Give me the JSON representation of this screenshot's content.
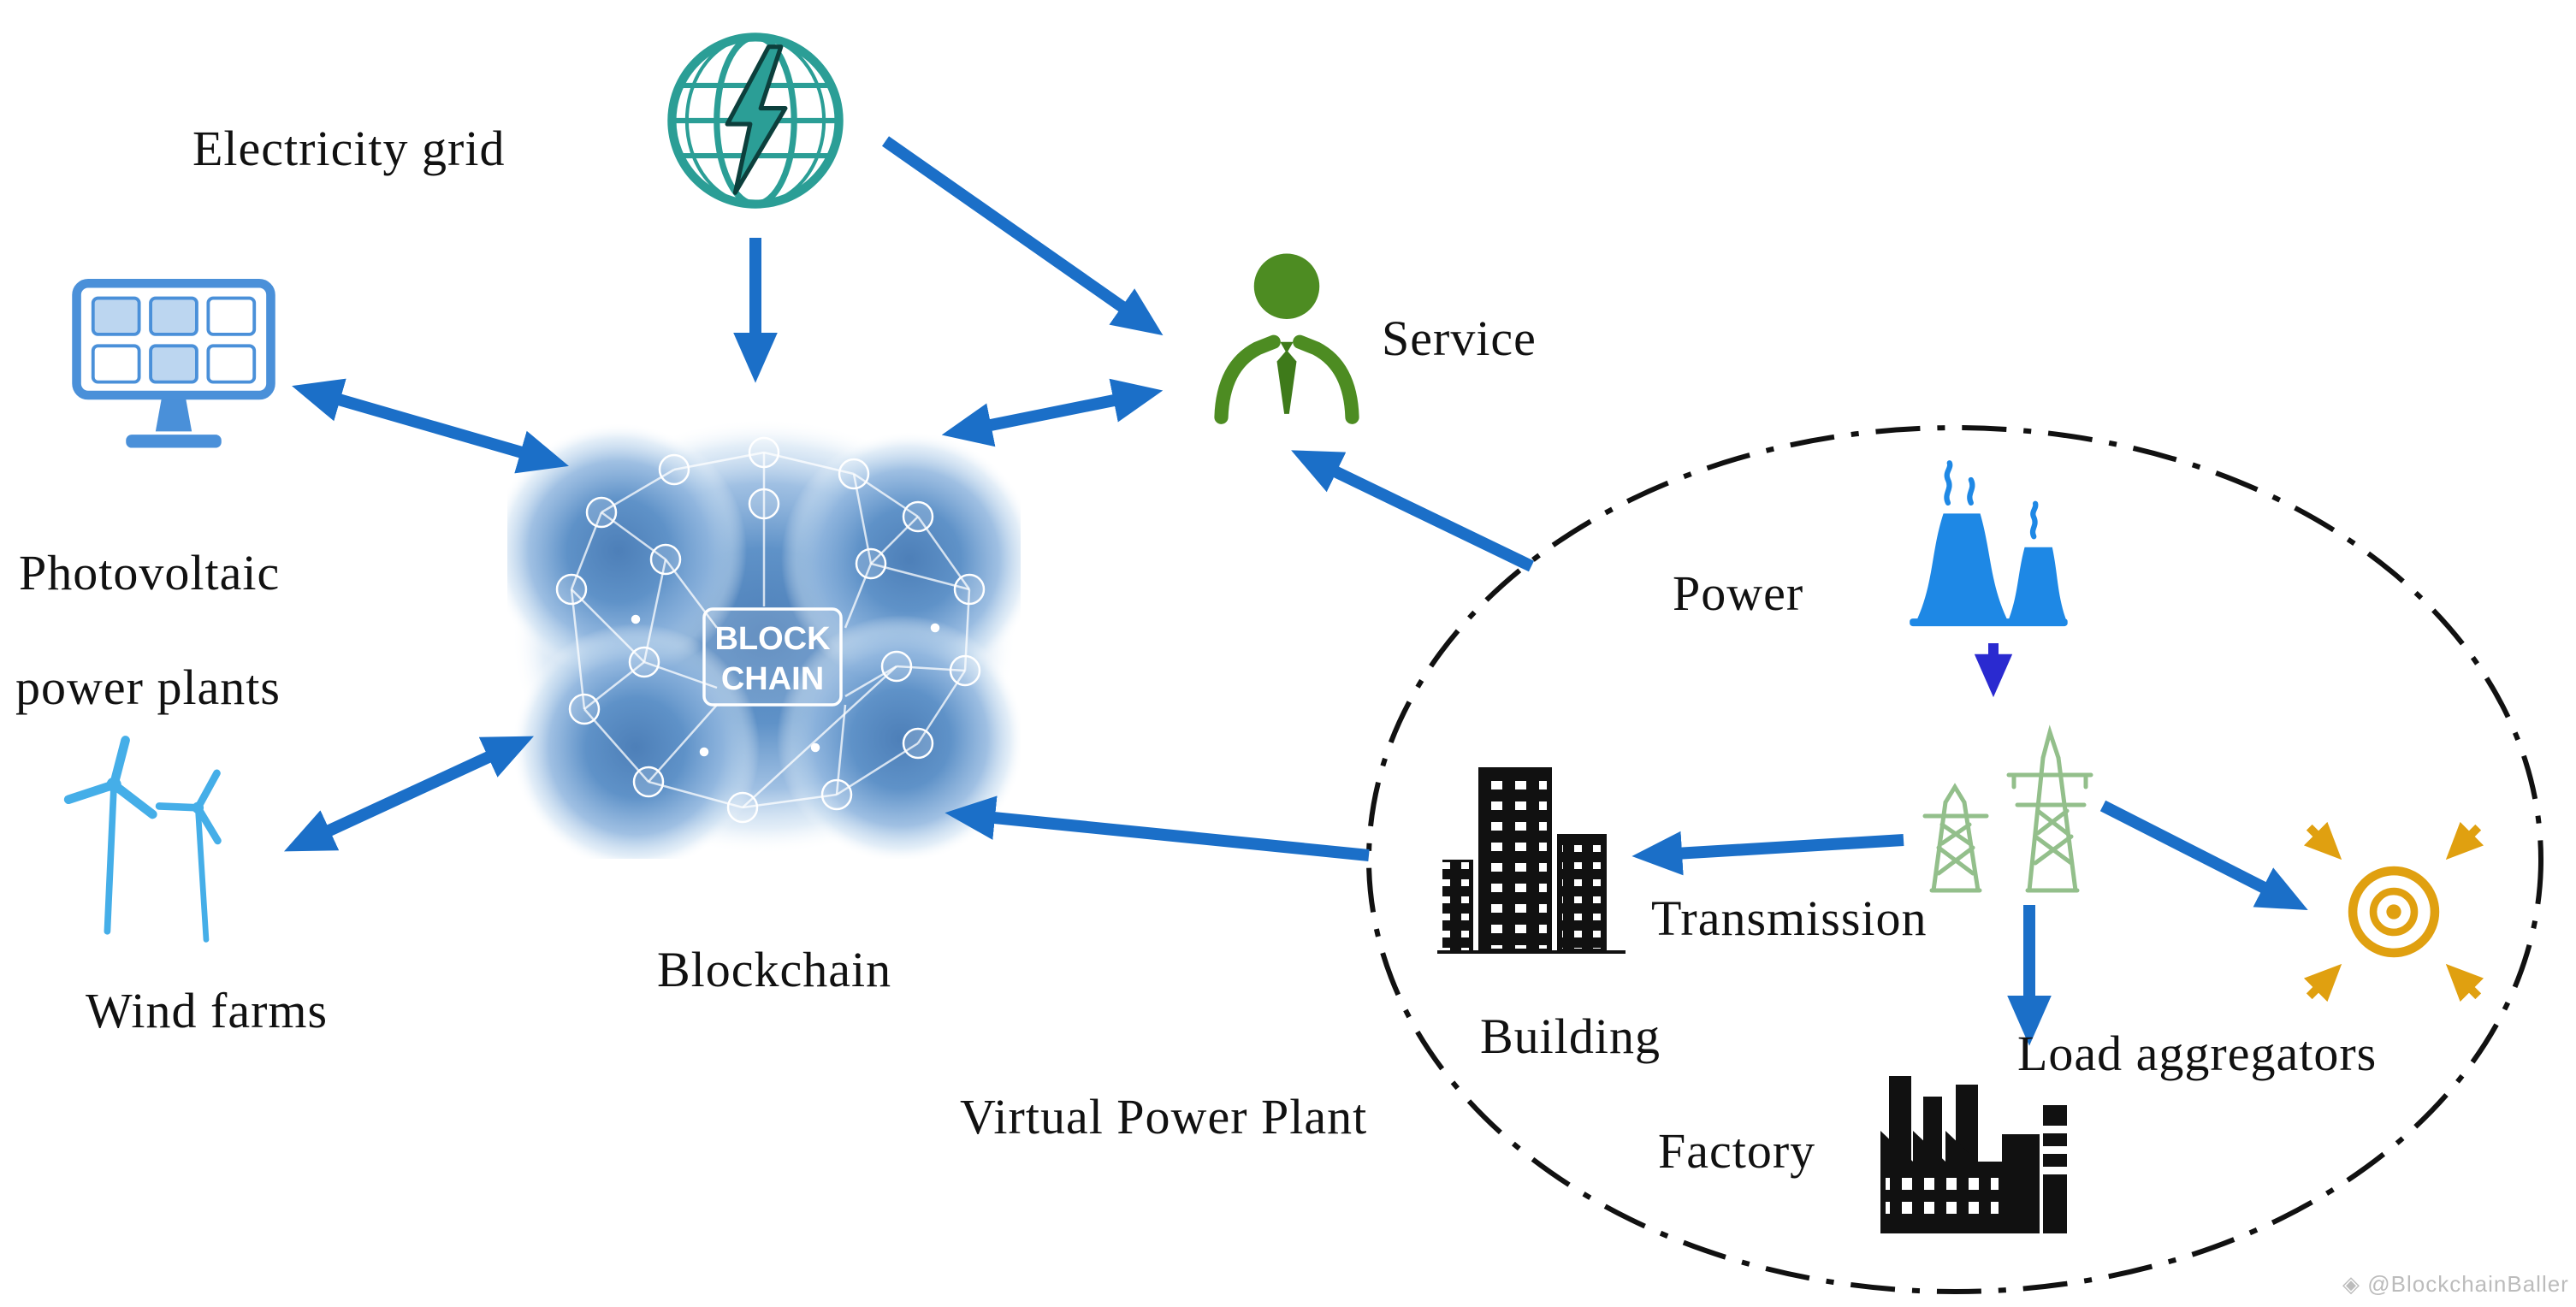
{
  "figure": {
    "region_label": "Virtual Power Plant",
    "watermark": "@BlockchainBaller"
  },
  "nodes": {
    "electricity_grid": {
      "label": "Electricity grid"
    },
    "photovoltaic": {
      "label_line1": "Photovoltaic",
      "label_line2": "power plants"
    },
    "wind_farms": {
      "label": "Wind farms"
    },
    "blockchain": {
      "label": "Blockchain",
      "box_line1": "BLOCK",
      "box_line2": "CHAIN"
    },
    "service": {
      "label": "Service"
    },
    "power": {
      "label": "Power"
    },
    "transmission": {
      "label": "Transmission"
    },
    "building": {
      "label": "Building"
    },
    "factory": {
      "label": "Factory"
    },
    "load_aggregators": {
      "label": "Load aggregators"
    }
  },
  "icons": {
    "electricity_grid": "globe-lightning-icon",
    "photovoltaic": "solar-panel-icon",
    "wind_farms": "wind-turbine-icon",
    "blockchain": "blockchain-network-cloud",
    "service": "person-icon",
    "power": "cooling-towers-icon",
    "transmission": "transmission-towers-icon",
    "building": "buildings-icon",
    "factory": "factory-icon",
    "load_aggregators": "target-arrows-icon"
  },
  "colors": {
    "arrow_blue": "#1b6fc8",
    "power_arrow_blue": "#2a2ad0",
    "grid_teal": "#2b9e96",
    "service_green": "#4d8c22",
    "solar_blue": "#4a90d9",
    "wind_blue": "#45aee8",
    "power_plant_blue": "#1e88e5",
    "transmission_green": "#93bf8b",
    "aggregator_orange": "#e0a010",
    "silhouette_black": "#111111",
    "ellipse_black": "#111111"
  }
}
